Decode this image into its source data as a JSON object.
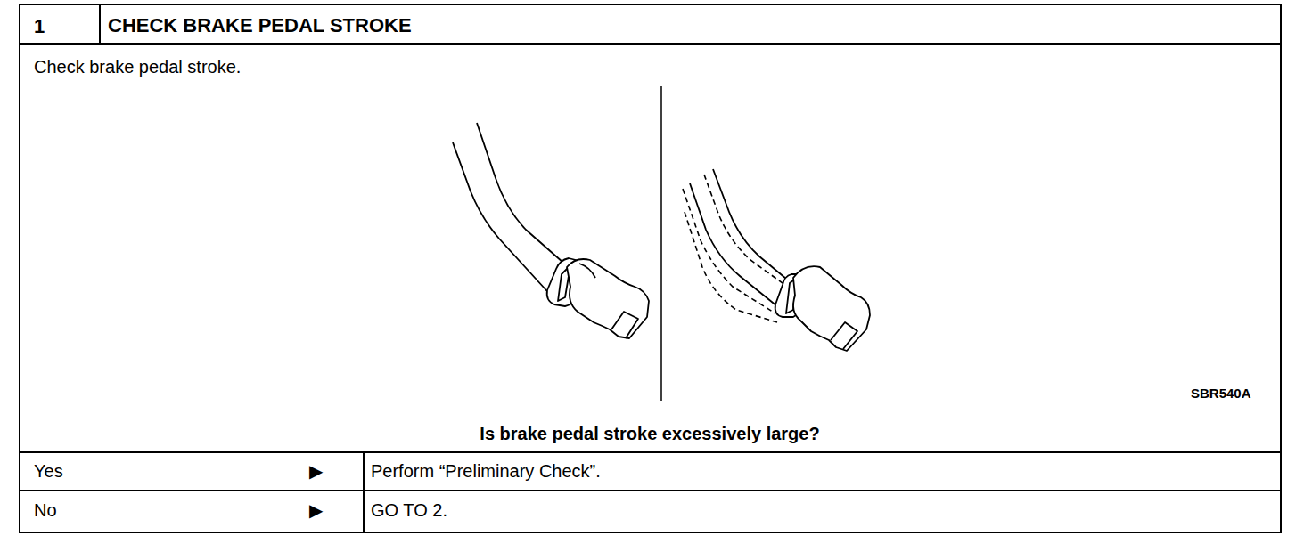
{
  "diagram": {
    "title": "CHECK BRAKE PEDAL STROKE",
    "labels": [
      "1",
      "Check brake pedal stroke.",
      "SBR540A",
      "Is brake pedal stroke excessively large?",
      "Yes",
      "▶",
      "Perform “Preliminary Check”.",
      "No",
      "▶",
      "GO TO 2."
    ]
  }
}
